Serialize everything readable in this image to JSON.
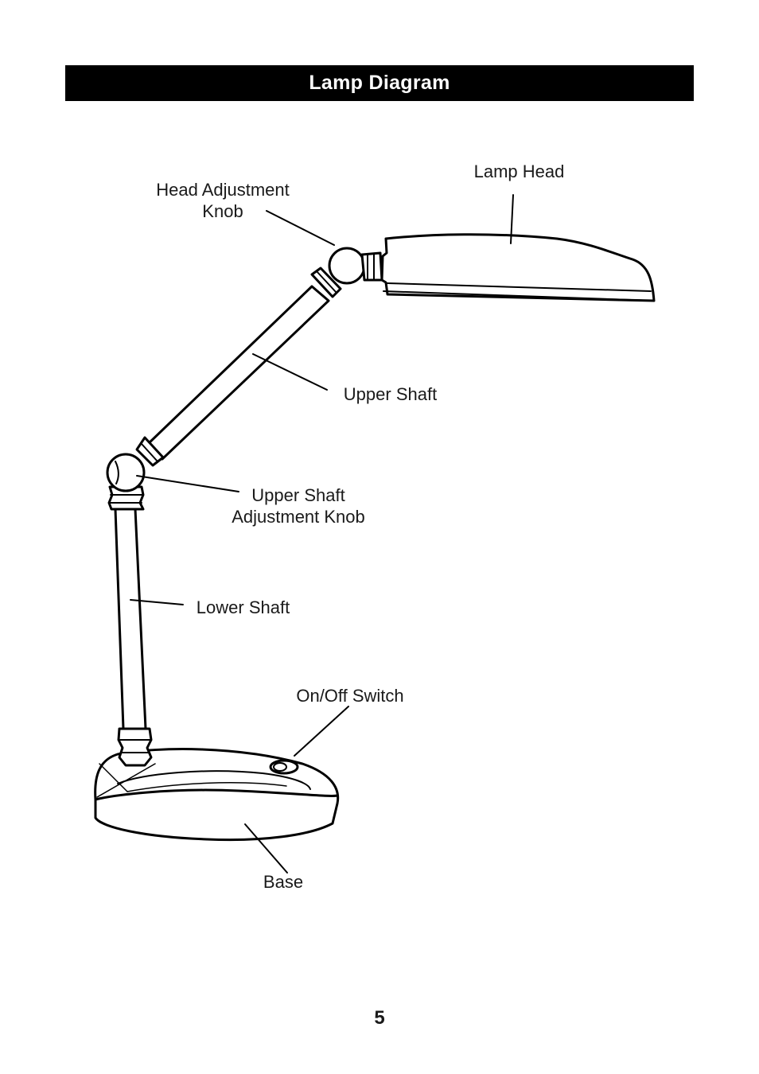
{
  "header": {
    "title": "Lamp Diagram"
  },
  "labels": {
    "head_adjustment_knob": [
      "Head Adjustment",
      "Knob"
    ],
    "lamp_head": [
      "Lamp Head"
    ],
    "upper_shaft": [
      "Upper Shaft"
    ],
    "upper_shaft_adjustment_knob": [
      "Upper Shaft",
      "Adjustment Knob"
    ],
    "lower_shaft": [
      "Lower Shaft"
    ],
    "on_off_switch": [
      "On/Off Switch"
    ],
    "base": [
      "Base"
    ]
  },
  "footer": {
    "page_number": "5"
  }
}
